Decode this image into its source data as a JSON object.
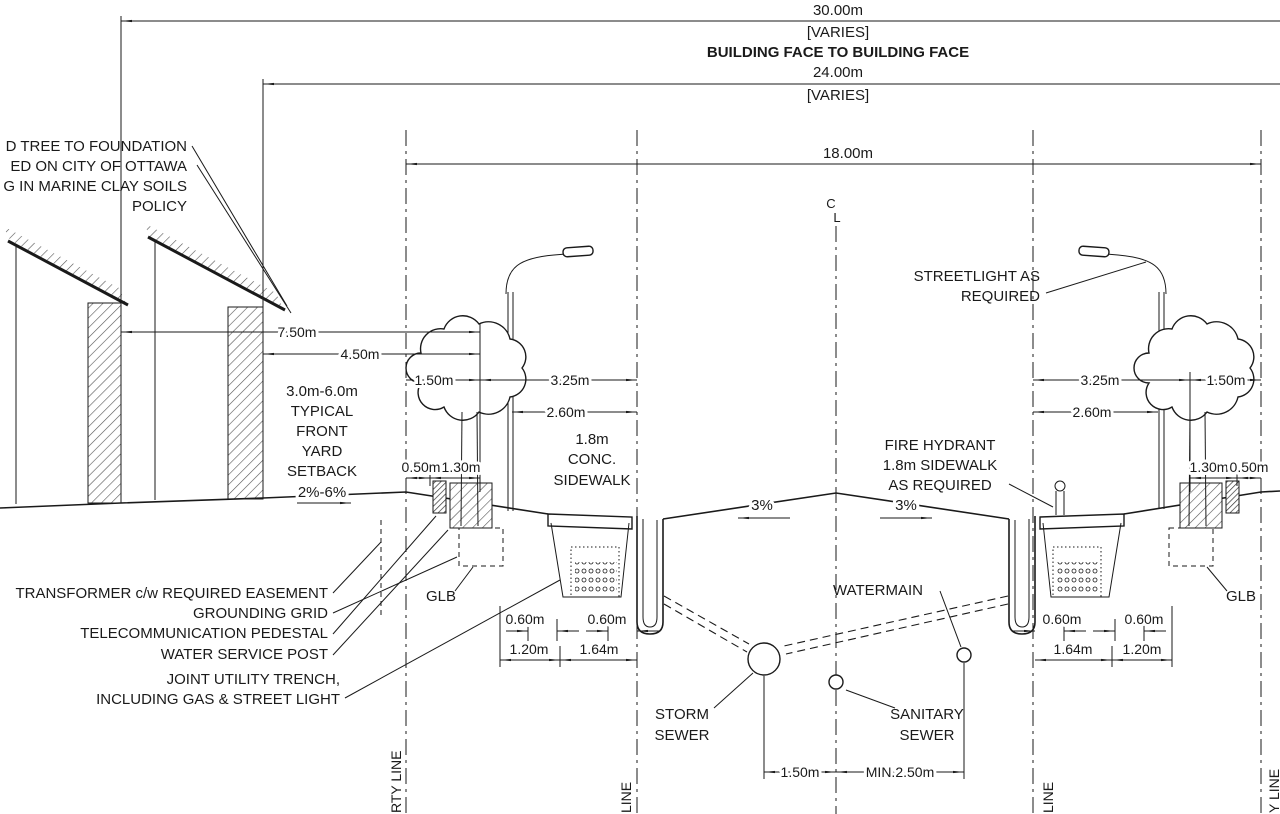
{
  "header": {
    "d30": "30.00m",
    "varies30": "[VARIES]",
    "building_face": "BUILDING FACE TO BUILDING FACE",
    "d24": "24.00m",
    "varies24": "[VARIES]",
    "d18": "18.00m",
    "cl_c": "C",
    "cl_l": "L"
  },
  "note_tree": {
    "l1": "D TREE TO FOUNDATION",
    "l2": "ED ON CITY OF OTTAWA",
    "l3": "G IN MARINE CLAY SOILS",
    "l4": "POLICY"
  },
  "dims_left": {
    "d750": "7.50m",
    "d450": "4.50m",
    "d150": "1.50m",
    "d325": "3.25m",
    "d260": "2.60m",
    "d050": "0.50m",
    "d130": "1.30m",
    "d060a": "0.60m",
    "d060b": "0.60m",
    "d120": "1.20m",
    "d164": "1.64m"
  },
  "dims_right": {
    "d325": "3.25m",
    "d150": "1.50m",
    "d260": "2.60m",
    "d130": "1.30m",
    "d050": "0.50m",
    "d060a": "0.60m",
    "d060b": "0.60m",
    "d164": "1.64m",
    "d120": "1.20m"
  },
  "setback": {
    "l1": "3.0m-6.0m",
    "l2": "TYPICAL",
    "l3": "FRONT",
    "l4": "YARD",
    "l5": "SETBACK",
    "slope": "2%-6%"
  },
  "sidewalk_note": {
    "l1": "1.8m",
    "l2": "CONC.",
    "l3": "SIDEWALK"
  },
  "streetlight_note": {
    "l1": "STREETLIGHT AS",
    "l2": "REQUIRED"
  },
  "hydrant_note": {
    "l1": "FIRE HYDRANT",
    "l2": "1.8m SIDEWALK",
    "l3": "AS REQUIRED"
  },
  "utility_labels": {
    "transformer": "TRANSFORMER c/w REQUIRED EASEMENT",
    "grounding": "GROUNDING GRID",
    "telecom": "TELECOMMUNICATION PEDESTAL",
    "water_post": "WATER SERVICE POST",
    "joint1": "JOINT UTILITY TRENCH,",
    "joint2": "INCLUDING GAS & STREET LIGHT"
  },
  "glb_left": "GLB",
  "glb_right": "GLB",
  "road": {
    "slope_left": "3%",
    "slope_right": "3%",
    "watermain": "WATERMAIN",
    "storm_l1": "STORM",
    "storm_l2": "SEWER",
    "sanitary_l1": "SANITARY",
    "sanitary_l2": "SEWER",
    "d150": "1.50m",
    "d250": "MIN.2.50m"
  },
  "section_lines": {
    "prop_left": "RTY LINE",
    "line_left": "LINE",
    "line_right": "LINE",
    "prop_right": "Y LINE"
  }
}
